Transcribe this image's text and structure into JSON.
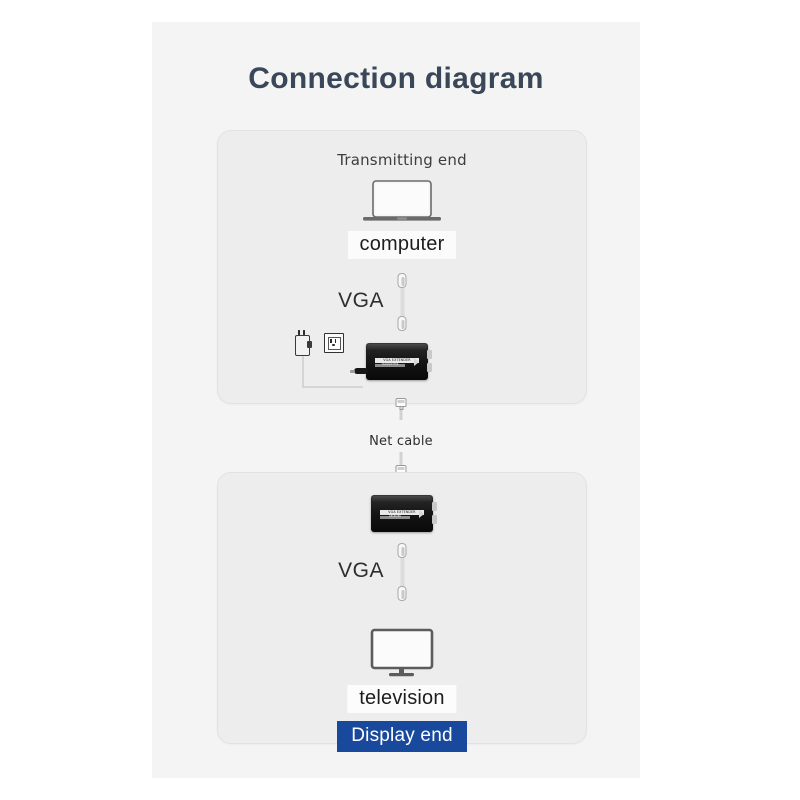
{
  "page": {
    "title": "Connection diagram",
    "title_color": "#3a4758",
    "card_background": "#f4f4f4",
    "panel_background": "#ededed"
  },
  "transmitting": {
    "caption": "Transmitting end",
    "device_label": "computer",
    "device_icon": "laptop-icon",
    "cable_label": "VGA",
    "cable_icon": "vga-cable-icon",
    "power_adapter_icon": "power-adapter-icon",
    "wall_outlet_icon": "wall-outlet-icon",
    "extender": {
      "brand": "VGA EXTENDER",
      "sub": "TRANSMITTER",
      "icon": "vga-extender-box-icon"
    }
  },
  "link": {
    "label": "Net cable",
    "connector_icon": "rj45-connector-icon"
  },
  "display": {
    "extender": {
      "brand": "VGA EXTENDER",
      "sub": "RECEIVER",
      "icon": "vga-extender-box-icon"
    },
    "cable_label": "VGA",
    "cable_icon": "vga-cable-icon",
    "device_label": "television",
    "device_icon": "tv-icon",
    "badge_label": "Display end",
    "badge_color": "#18499c"
  }
}
